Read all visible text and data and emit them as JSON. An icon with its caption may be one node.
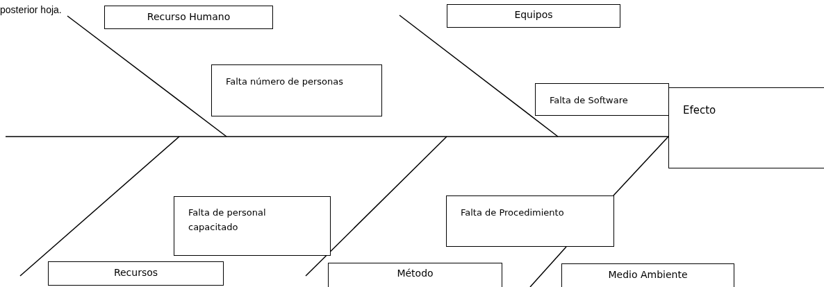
{
  "diagram": {
    "nodes": [
      {
        "text": [
          "Recurso Humano"
        ]
      },
      {
        "text": [
          "Equipos"
        ]
      },
      {
        "text": [
          "Falta número de personas"
        ]
      },
      {
        "text": [
          "Falta de Software"
        ]
      },
      {
        "text": [
          "Efecto"
        ]
      },
      {
        "text": [
          "Falta de personal capacitado"
        ]
      },
      {
        "text": [
          "Falta de Procedimiento"
        ]
      },
      {
        "text": [
          "Recursos"
        ]
      },
      {
        "text": [
          "Método"
        ]
      },
      {
        "text": [
          "Medio Ambiente"
        ]
      }
    ],
    "edges": [
      {
        "from": null,
        "to": 4,
        "arrow": "none"
      },
      {
        "from": 4,
        "to": 6,
        "arrow": "none"
      },
      {
        "from": 6,
        "to": null,
        "arrow": "none"
      }
    ],
    "labels": [
      "posterior hoja."
    ]
  }
}
